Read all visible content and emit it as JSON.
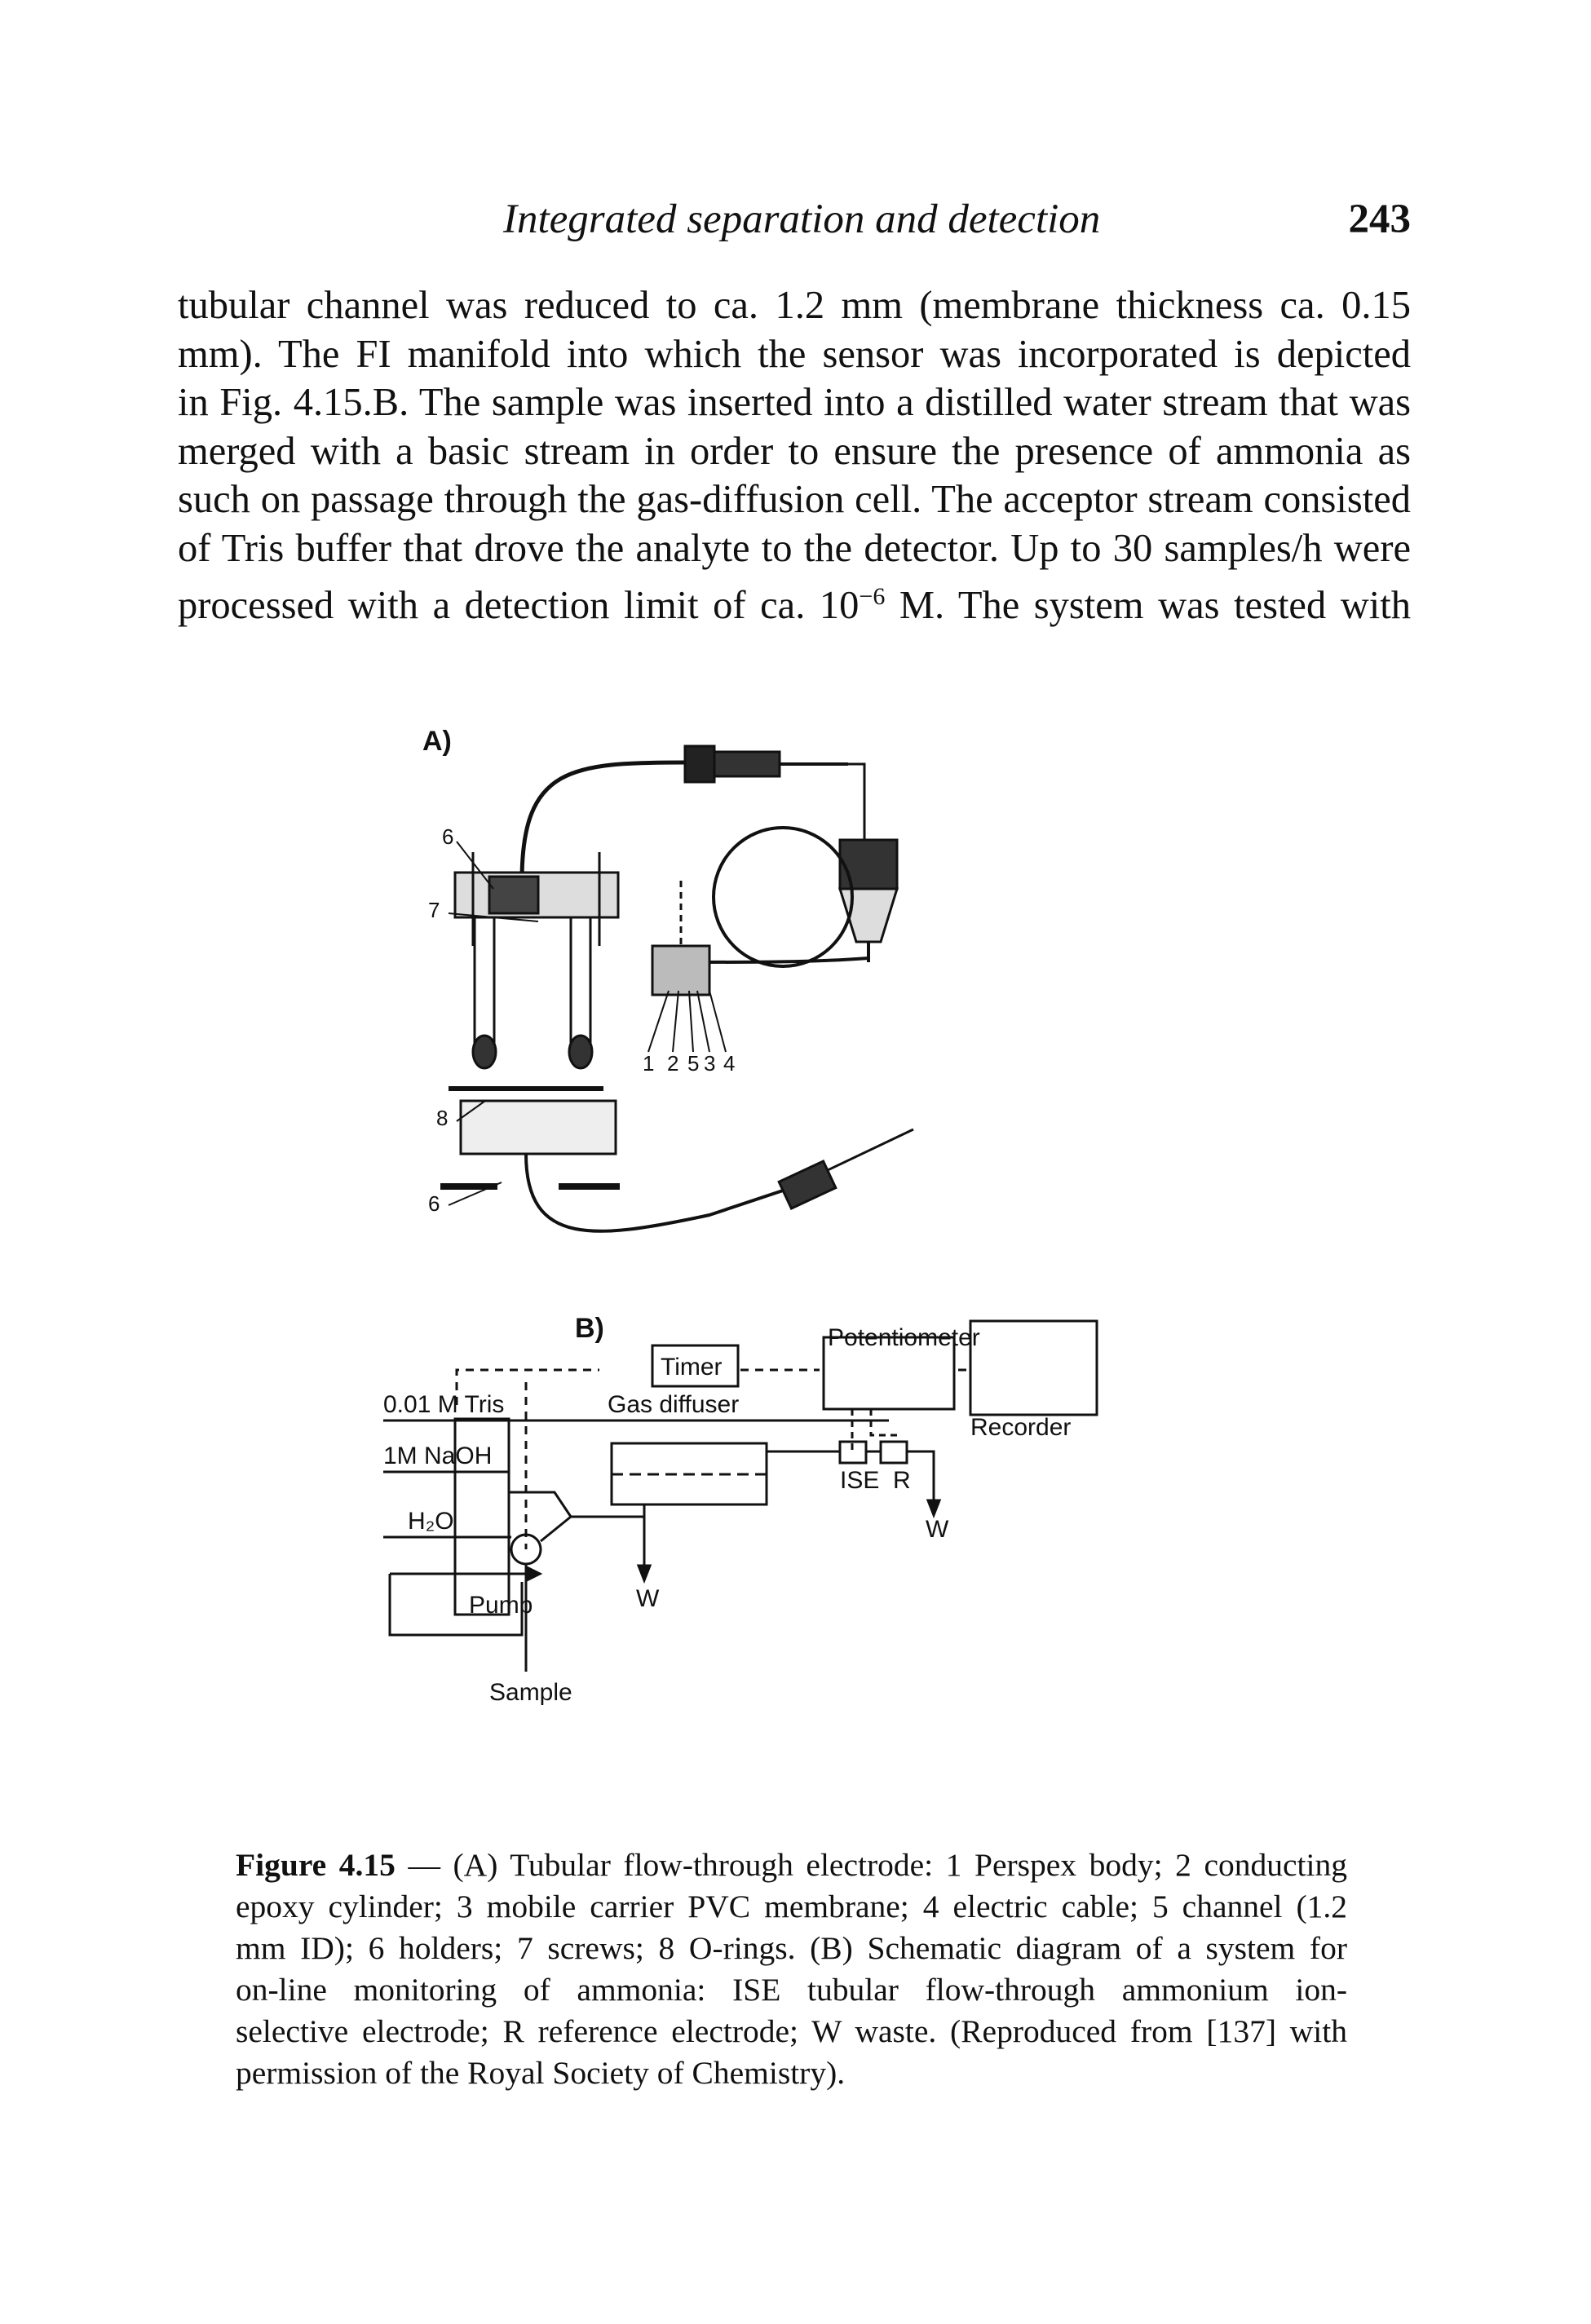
{
  "header": {
    "running_title": "Integrated separation and detection",
    "page_number": "243"
  },
  "body_lines": [
    "tubular channel was reduced to ca. 1.2 mm (membrane thickness ca. 0.15",
    "mm). The FI manifold into which the sensor was incorporated is depicted",
    "in Fig. 4.15.B. The sample was inserted into a distilled water stream that was",
    "merged with a basic stream in order to ensure the presence of ammonia as",
    "such on passage through the gas-diffusion cell. The acceptor stream consisted",
    "of Tris buffer that drove the analyte to the detector. Up to 30 samples/h were"
  ],
  "body_last": {
    "before": "processed with a detection limit of ca. 10",
    "sup": "−6",
    "after": " M. The system was tested with"
  },
  "figure_a": {
    "panel_label": "A)",
    "callouts": [
      "6",
      "7",
      "8",
      "6",
      "1",
      "2",
      "5",
      "3",
      "4"
    ]
  },
  "figure_b": {
    "panel_label": "B)",
    "potentiometer": "Potentiometer",
    "timer": "Timer",
    "recorder": "Recorder",
    "tris": "0.01 M Tris",
    "naoh": "1M NaOH",
    "h2o": "H₂O",
    "gas_diffuser": "Gas diffuser",
    "ise": "ISE",
    "r": "R",
    "waste": "W",
    "pump": "Pump",
    "sample": "Sample"
  },
  "caption": {
    "label": "Figure 4.15",
    "lines": [
      " — (A) Tubular flow-through electrode: 1 Perspex body; 2 conducting",
      "epoxy cylinder; 3 mobile carrier PVC membrane; 4 electric cable; 5 channel (1.2",
      "mm ID); 6 holders; 7 screws; 8 O-rings. (B) Schematic diagram of a system for",
      "on-line monitoring of ammonia: ISE tubular flow-through ammonium ion-",
      "selective electrode; R reference electrode; W waste. (Reproduced from [137] with",
      "permission of the Royal Society of Chemistry)."
    ]
  }
}
